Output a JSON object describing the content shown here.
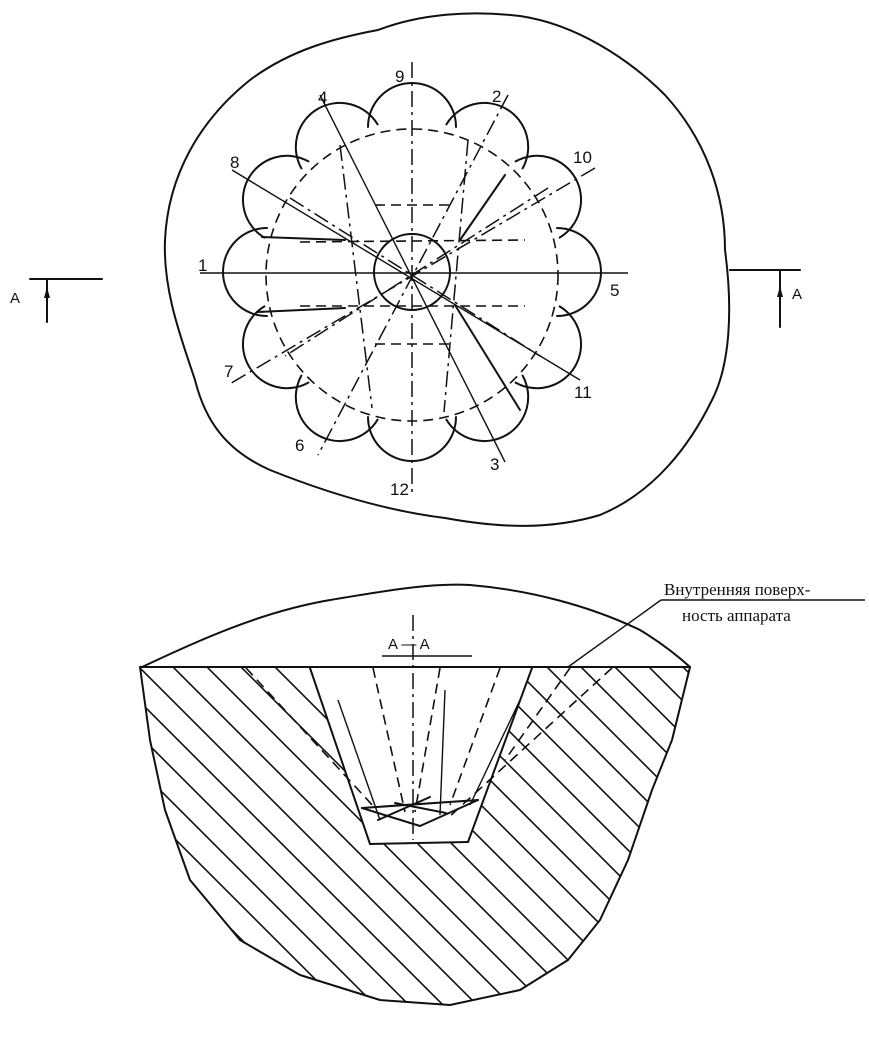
{
  "point_labels": [
    "1",
    "2",
    "3",
    "4",
    "5",
    "6",
    "7",
    "8",
    "9",
    "10",
    "11",
    "12"
  ],
  "section_marker": "A",
  "section_title": "A — A",
  "callout_line1": "Внутренняя поверх-",
  "callout_line2": "ность аппарата"
}
